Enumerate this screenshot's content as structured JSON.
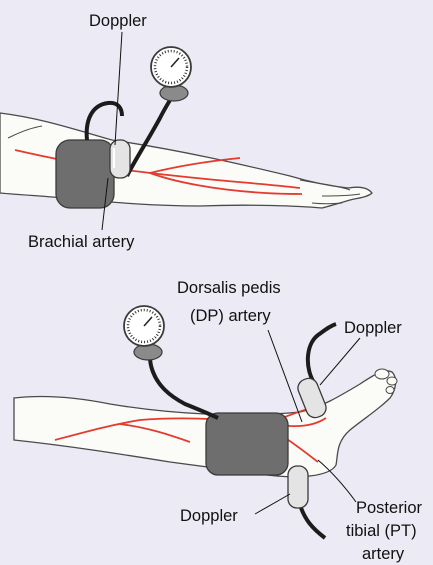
{
  "labels": {
    "arm_doppler": "Doppler",
    "brachial": "Brachial artery",
    "dp_line1": "Dorsalis pedis",
    "dp_line2": "(DP) artery",
    "leg_doppler_top": "Doppler",
    "leg_doppler_bottom": "Doppler",
    "pt_line1": "Posterior",
    "pt_line2": "tibial (PT)",
    "pt_line3": "artery"
  },
  "colors": {
    "background": "#ecebf5",
    "skin": "#fbfbf7",
    "outline": "#4a4a4a",
    "artery": "#e53a2e",
    "cuff": "#6e6e6e",
    "hose": "#1c1c1c"
  }
}
